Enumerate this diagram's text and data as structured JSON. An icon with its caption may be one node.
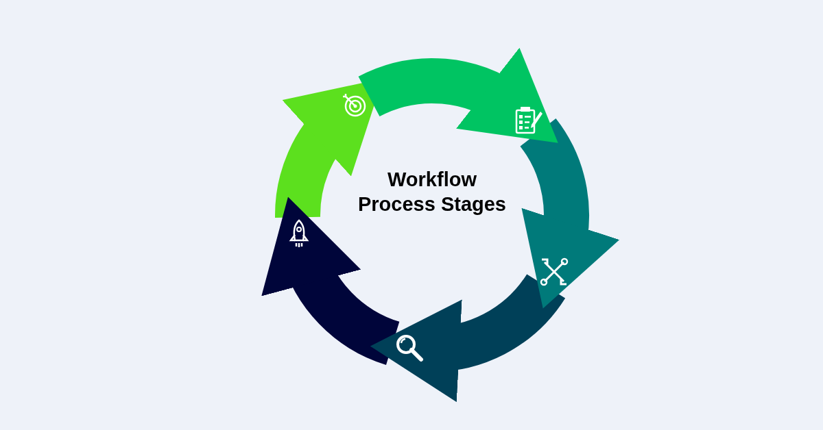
{
  "diagram": {
    "title": "Workflow Process Stages",
    "nodes": [
      {
        "text": [],
        "shape": "picture"
      },
      {
        "text": [],
        "shape": "picture"
      },
      {
        "text": [],
        "shape": "picture"
      },
      {
        "text": [],
        "shape": "picture"
      },
      {
        "text": [],
        "shape": "picture"
      }
    ],
    "edges": [
      {
        "from": 0,
        "to": 1,
        "arrow": "to",
        "color": "#00c462"
      },
      {
        "from": 1,
        "to": 2,
        "arrow": "to",
        "color": "#007a7a"
      },
      {
        "from": 2,
        "to": 3,
        "arrow": "to",
        "color": "#004058"
      },
      {
        "from": 3,
        "to": 4,
        "arrow": "to",
        "color": "#00053a"
      },
      {
        "from": 4,
        "to": 0,
        "arrow": "to",
        "color": "#5ce01e"
      }
    ]
  }
}
